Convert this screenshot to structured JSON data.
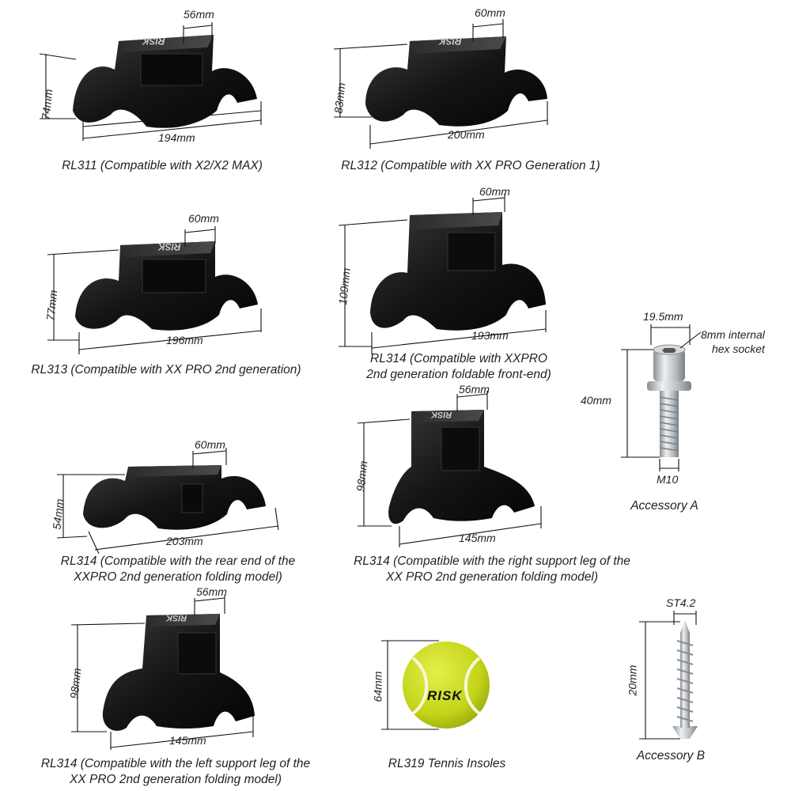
{
  "products": [
    {
      "caption": [
        "RL311 (Compatible with X2/X2 MAX)"
      ],
      "width": "194mm",
      "height": "74mm",
      "top": "56mm"
    },
    {
      "caption": [
        "RL312 (Compatible with XX PRO Generation 1)"
      ],
      "width": "200mm",
      "height": "83mm",
      "top": "60mm"
    },
    {
      "caption": [
        "RL313 (Compatible with XX PRO 2nd generation)"
      ],
      "width": "196mm",
      "height": "77mm",
      "top": "60mm"
    },
    {
      "caption": [
        "RL314 (Compatible with XXPRO",
        "2nd generation foldable front-end)"
      ],
      "width": "193mm",
      "height": "109mm",
      "top": "60mm"
    },
    {
      "caption": [
        "RL314 (Compatible with the rear end of the",
        "XXPRO 2nd generation folding model)"
      ],
      "width": "203mm",
      "height": "54mm",
      "top": "60mm"
    },
    {
      "caption": [
        "RL314 (Compatible with the right support leg of the",
        "XX PRO 2nd generation folding model)"
      ],
      "width": "145mm",
      "height": "98mm",
      "top": "56mm"
    },
    {
      "caption": [
        "RL314 (Compatible with the left support leg of the",
        "XX PRO 2nd generation folding model)"
      ],
      "width": "145mm",
      "height": "98mm",
      "top": "56mm"
    }
  ],
  "accessory_a": {
    "label": "Accessory A",
    "head": "19.5mm",
    "socket": [
      "8mm internal",
      "hex socket"
    ],
    "length": "40mm",
    "thread": "M10"
  },
  "ball": {
    "label": "RL319 Tennis Insoles",
    "height": "64mm",
    "brand": "RISK"
  },
  "accessory_b": {
    "label": "Accessory B",
    "spec": "ST4.2",
    "length": "20mm"
  },
  "brand": "RISK",
  "colors": {
    "part": "#151515",
    "ball": "#c9dc1e",
    "metal": "#c8ccd0"
  }
}
